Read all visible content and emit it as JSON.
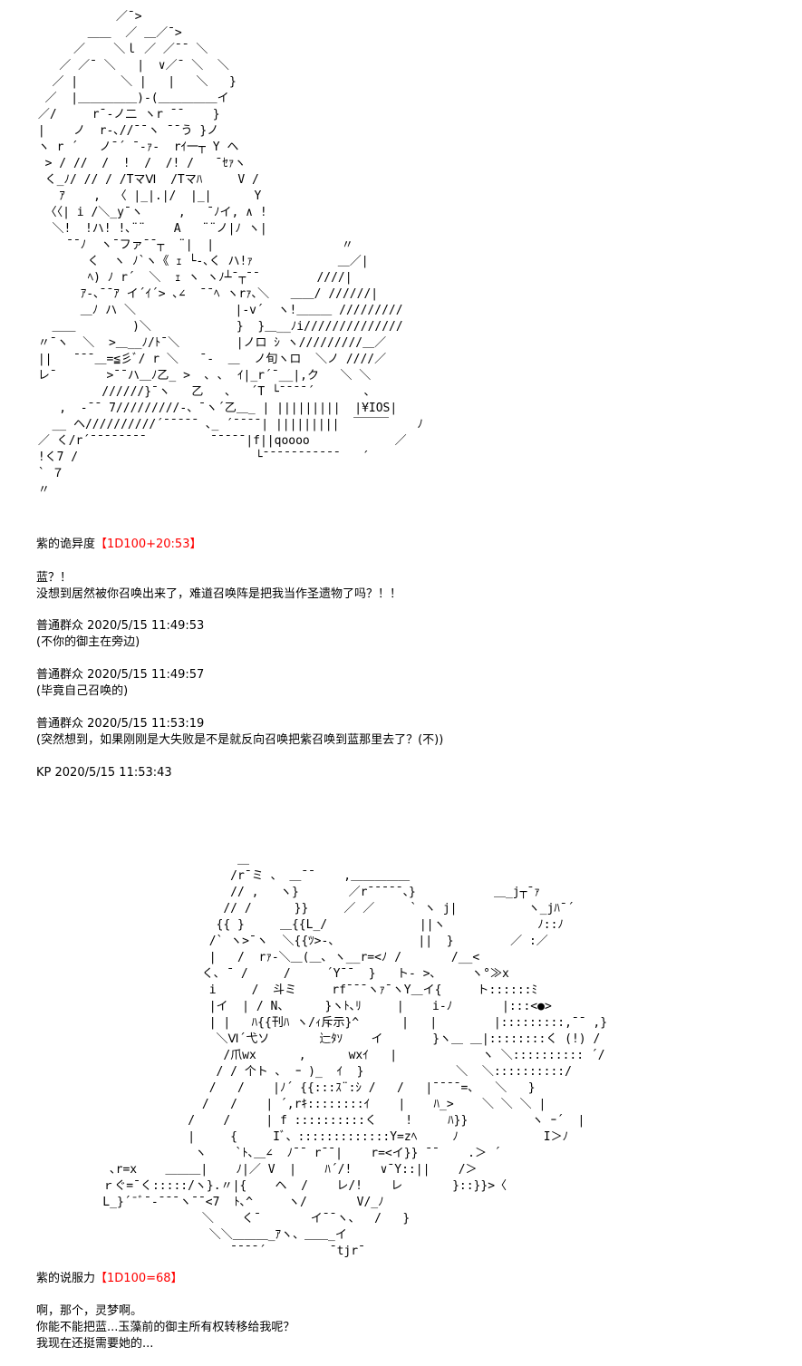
{
  "art_top": "            ／¯>\n        ＿＿  ／ ＿／¯>\n      ／    ＼ｌ ／ ／¯¯ ＼\n    ／ ／¯ ＼   |  ∨／¯ ＼  ＼\n   ／ |      ＼ |   |   ＼   }\n  ／  |＿＿＿＿＿)-(＿＿＿＿＿イ\n ／/     r¯-ノ二 ヽr ¯¯    }\n |    ノ  r-､//¯¯ヽ ¯¯う }ノ\n ヽ r ´   ノ¯´ ¯-ｧ-  rｲ一┬ Y ヘ\n  > / //  /  !  /  /! /   ¯ｾｧヽ\n  く_ﾉ/ // / /TマⅥ  /Tマﾊ     V /\n    ｱ    ,  〈 |_|.|/  |_|      Y\n  〈〈| i /＼_y¯ヽ     ,   ¯ﾉイ, ∧ !\n   ＼!  !ハ! !､¨¨    A   ¨¨ノ|ﾉ ヽ|\n     ¯¯ﾉ  ヽ¯ファ¯¯┬  ¨|  |                  〃\n        く  ヽ ﾉ`ヽ《 ｪ └-､く ハ!ｧ            ＿／|\n        ﾍ) ﾉ r´  ＼  ｪ ヽ ヽﾉ┴¯┬¯¯        ////|\n       ｱ-､¯¯ｱ イ´ｲ´> ､∠  ¯¯ﾍ ヽrｧ､＼   ＿＿/ //////|\n       ＿ﾉ ハ ＼              |-v´  ヽ!＿＿＿ /////////\n   ＿＿        )＼            }  }＿__ﾉi//////////////\n 〃¯ヽ  ＼  >＿__ﾉ/ﾄ¯＼        |ノロ ｼ ヽ/////////＿／\n ||   ¯¯¯＿=≦彡ﾞ/ r ＼   ¯-  ＿  ノ旬ヽロ  ＼ノ ////／\n レ¯       >¯¯ハ＿ﾉ乙_ >  ､ ､  ｲ|_r´¯__|,ク   ＼ ＼\n          //////}¯ヽ   乙   、  ´T └¯¯¯¯´       ､\n    ,  -¯¯ 7/////////-、¯ヽ´乙＿_ | |||||||||  |¥IOS|\n   __ ヘ//////////´¯¯¯¯¯ ､_ ´¯¯¯¯| |||||||||  ￣￣￣    ﾉ\n ／ く/r´¯¯¯¯¯¯¯¯         ¯¯¯¯¯|f||qoooo            ／\n !く7 /                         └¯¯¯¯¯¯¯¯¯¯¯   ´\n ` ７\n 〃",
  "art_bottom": "                       ＿\n                      /r¯ミ 、 ＿¯¯    ,＿＿＿＿＿\n                      // ,   ヽ}       ／r¯¯¯¯¯、}           ＿_j┬¯ｧ\n                     // /      }}     ／ ／     ` ヽ j|          ヽ_jﾊ¯´\n                    {{ }     ＿{{L_/             ||ヽ             ﾉ::ﾉ\n                   /` ヽ>¯ヽ  ＼{{ﾂ>-、           ||  }        ／ :／\n                   |   /  rｧ-＼＿(＿､ ヽ__r=<ﾉ /       /__<\n                  く､ ¯ /     /     ´Y¯¯  }   ト- >､     ヽ°≫x\n                   i     /  斗ミ     rf¯¯¯ヽｧ¯ヽY＿イ{     ト::::::ﾐ\n                   |イ  | / N、     }ヽﾄ､ﾘ     |    i-ﾉ       |:::<●>\n                   | |   ﾊ{{刊ﾊ ヽ/ｨ斥示}^      |   |        |:::::::::,¯¯ ,}\n                    ＼Ⅵ´弋ソ       辷ﾀｿ    イ       }ヽ＿ ＿|::::::::く (!) /\n                     /爪wx      ,      wxｲ   |            ヽ ＼:::::::::: ´/\n                    / / 个ト ､  ｰ )_  ｲ  }             ＼  ＼::::::::::/\n                   /   /    |ﾉ´ {{:::ｽ¨:ｼ /   /   |¯¯¯¯=､   ＼   }\n                  /   /    | ´,rｷ::::::::ｲ    |    ﾊ_>    ＼ ＼ ＼ |\n                /    /     | f ::::::::::く    !     ﾊ}}         ヽ ｰ´  |\n                |     {     Iﾞ、:::::::::::::Y=zﾍ     ﾉ            I＞ﾉ\n                 ヽ    `ﾄ､＿∠  ﾉ¯¯ r¯¯|    r=<イ}} ¯¯    .＞ ´\n     ､r=x    ＿＿＿|    ﾉ|／ V  |    ﾊ´/!    ∨¯Y::||    /＞\n    ｒぐ=¯く:::::/ヽ}.〃|{    ヘ  /    レ/!    レ       }::}}>〈\n    L_}´¯ﾞ¯-¯¯¯ヽ¯¯<7  ﾄ､^     ヽ/       V/_ﾉ\n                  ＼    く¯       イ¯¯ヽ、  /   }\n                   ＼＼＿＿＿_ｱヽ、＿＿_イ\n                      ¯¯¯¯´         ¯tjr¯",
  "roll1": {
    "label": "紫的诡异度",
    "dice": "【1D100+20:53】"
  },
  "speech1": [
    "蓝？！",
    "没想到居然被你召唤出来了，难道召唤阵是把我当作圣遗物了吗？！！"
  ],
  "comment1": {
    "name": "普通群众",
    "time": "2020/5/15 11:49:53",
    "text": "(不你的御主在旁边)"
  },
  "comment2": {
    "name": "普通群众",
    "time": "2020/5/15 11:49:57",
    "text": "(毕竟自己召唤的)"
  },
  "comment3": {
    "name": "普通群众",
    "time": "2020/5/15 11:53:19",
    "text": "(突然想到，如果刚刚是大失败是不是就反向召唤把紫召唤到蓝那里去了？(不))"
  },
  "kp": {
    "name": "KP",
    "time": "2020/5/15 11:53:43"
  },
  "roll2": {
    "label": "紫的说服力",
    "dice": "【1D100=68】"
  },
  "speech2": [
    "啊，那个，灵梦啊。",
    "你能不能把蓝...玉藻前的御主所有权转移给我呢？",
    "我现在还挺需要她的..."
  ],
  "colors": {
    "text": "#000000",
    "dice": "#ff0000",
    "background": "#ffffff"
  }
}
